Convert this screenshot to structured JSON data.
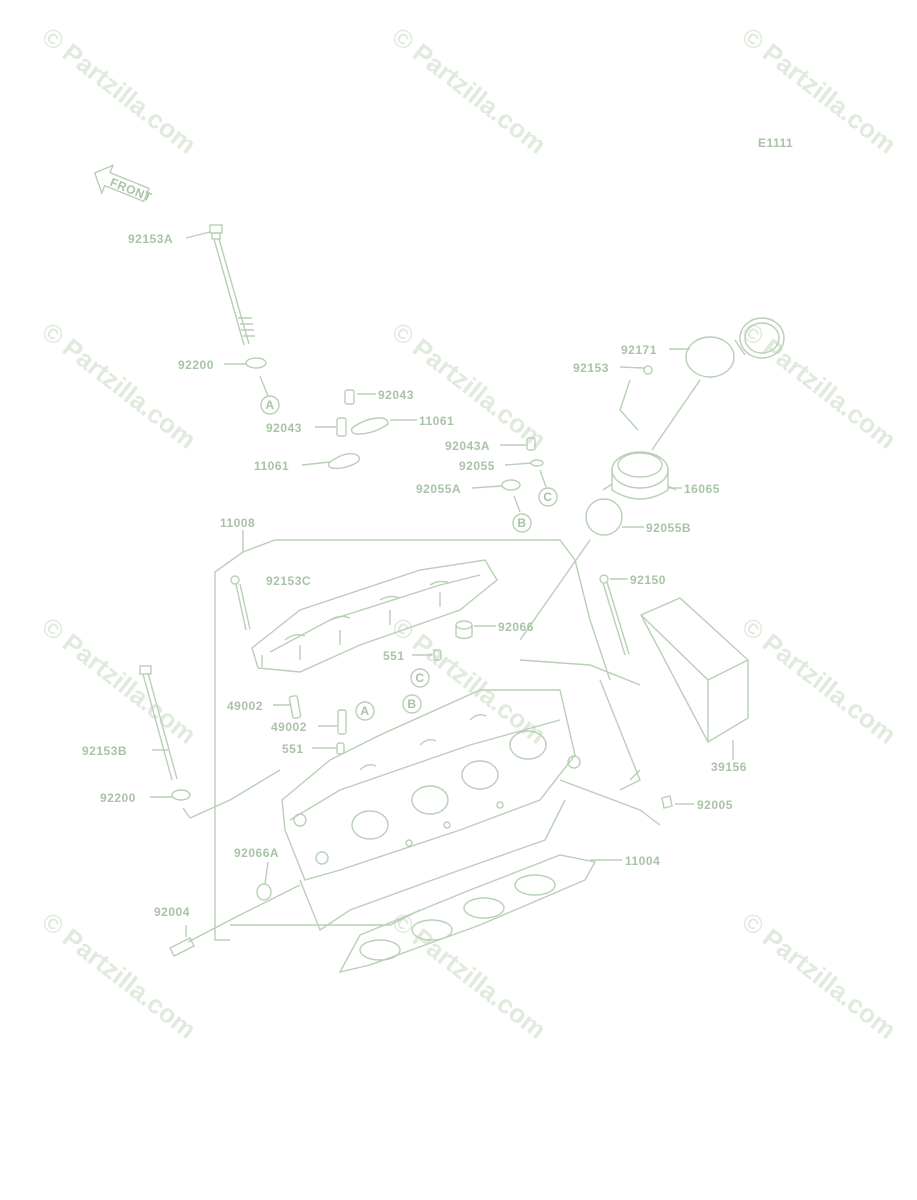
{
  "colors": {
    "line": "#b9cfb6",
    "text": "#a9c3a6",
    "watermark": "#e0ebde",
    "fill": "#ffffff"
  },
  "diagram_code": "E1111",
  "front_label": "FRONT",
  "watermark_text": "© Partzilla.com",
  "callouts": [
    "A",
    "B",
    "C"
  ],
  "parts": {
    "p92153A": "92153A",
    "p92200_top": "92200",
    "p92043_a": "92043",
    "p92043_b": "92043",
    "p11061_a": "11061",
    "p11061_b": "11061",
    "p92043A": "92043A",
    "p92055": "92055",
    "p92055A": "92055A",
    "p92171": "92171",
    "p92153": "92153",
    "p16065": "16065",
    "p92055B": "92055B",
    "p11008": "11008",
    "p92153C": "92153C",
    "p92150": "92150",
    "p92066": "92066",
    "p551_a": "551",
    "p49002_a": "49002",
    "p49002_b": "49002",
    "p551_b": "551",
    "p92153B": "92153B",
    "p92200_bot": "92200",
    "p39156": "39156",
    "p92005": "92005",
    "p92066A": "92066A",
    "p11004": "11004",
    "p92004": "92004"
  }
}
